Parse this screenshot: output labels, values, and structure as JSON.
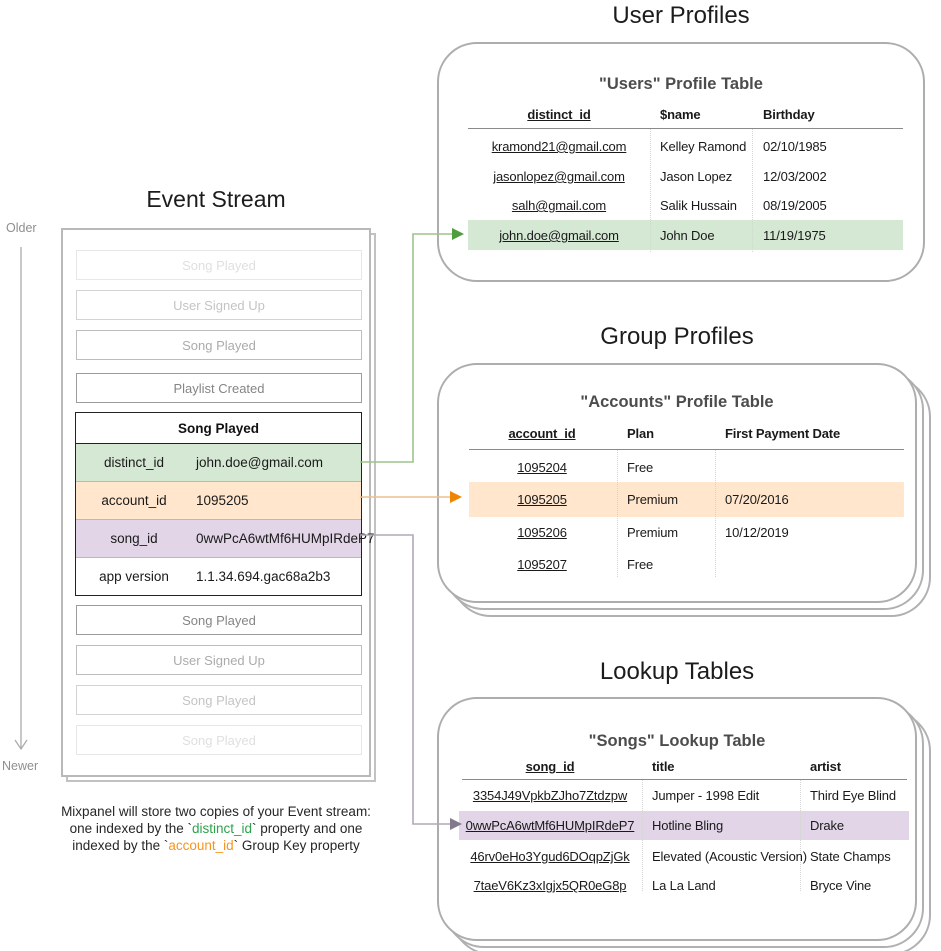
{
  "colors": {
    "green_highlight": "#d5e8d4",
    "orange_highlight": "#ffe6cc",
    "purple_highlight": "#e1d5e7",
    "green_arrow_line": "#9dc38b",
    "green_arrow_head": "#4f9d3d",
    "orange_arrow_line": "#eac18d",
    "orange_arrow_head": "#ef8505",
    "purple_arrow_line": "#b3a7ba",
    "purple_arrow_head": "#81798c",
    "caption_green": "#2fa14d",
    "caption_orange": "#f7941e"
  },
  "event_stream": {
    "title": "Event Stream",
    "timeline": {
      "older": "Older",
      "newer": "Newer"
    },
    "events_before": [
      "Song Played",
      "User Signed Up",
      "Song Played",
      "Playlist Created"
    ],
    "expanded_event": {
      "name": "Song Played",
      "properties": [
        {
          "key": "distinct_id",
          "value": "john.doe@gmail.com"
        },
        {
          "key": "account_id",
          "value": "1095205"
        },
        {
          "key": "song_id",
          "value": "0wwPcA6wtMf6HUMpIRdeP7"
        },
        {
          "key": "app version",
          "value": "1.1.34.694.gac68a2b3"
        }
      ]
    },
    "events_after": [
      "Song Played",
      "User Signed Up",
      "Song Played",
      "Song Played"
    ]
  },
  "caption": {
    "line1": "Mixpanel will store two copies of your Event stream:",
    "line2_pre": "one indexed by the `",
    "line2_code": "distinct_id",
    "line2_post": "` property and one",
    "line3_pre": "indexed by the `",
    "line3_code": "account_id",
    "line3_post": "` Group Key property"
  },
  "user_profiles": {
    "section_title": "User Profiles",
    "card_title": "\"Users\" Profile Table",
    "columns": [
      "distinct_id",
      "$name",
      "Birthday"
    ],
    "rows": [
      [
        "kramond21@gmail.com",
        "Kelley Ramond",
        "02/10/1985"
      ],
      [
        "jasonlopez@gmail.com",
        "Jason Lopez",
        "12/03/2002"
      ],
      [
        "salh@gmail.com",
        "Salik Hussain",
        "08/19/2005"
      ],
      [
        "john.doe@gmail.com",
        "John Doe",
        "11/19/1975"
      ]
    ],
    "highlighted_row_index": 3
  },
  "group_profiles": {
    "section_title": "Group Profiles",
    "card_title": "\"Accounts\" Profile Table",
    "columns": [
      "account_id",
      "Plan",
      "First Payment Date"
    ],
    "rows": [
      [
        "1095204",
        "Free",
        ""
      ],
      [
        "1095205",
        "Premium",
        "07/20/2016"
      ],
      [
        "1095206",
        "Premium",
        "10/12/2019"
      ],
      [
        "1095207",
        "Free",
        ""
      ]
    ],
    "highlighted_row_index": 1
  },
  "lookup_tables": {
    "section_title": "Lookup Tables",
    "card_title": "\"Songs\" Lookup Table",
    "columns": [
      "song_id",
      "title",
      "artist"
    ],
    "rows": [
      [
        "3354J49VpkbZJho7Ztdzpw",
        "Jumper - 1998 Edit",
        "Third Eye Blind"
      ],
      [
        "0wwPcA6wtMf6HUMpIRdeP7",
        "Hotline Bling",
        "Drake"
      ],
      [
        "46rv0eHo3Ygud6DOqpZjGk",
        "Elevated (Acoustic Version)",
        "State Champs"
      ],
      [
        "7taeV6Kz3xIgjx5QR0eG8p",
        "La La Land",
        "Bryce Vine"
      ]
    ],
    "highlighted_row_index": 1
  }
}
